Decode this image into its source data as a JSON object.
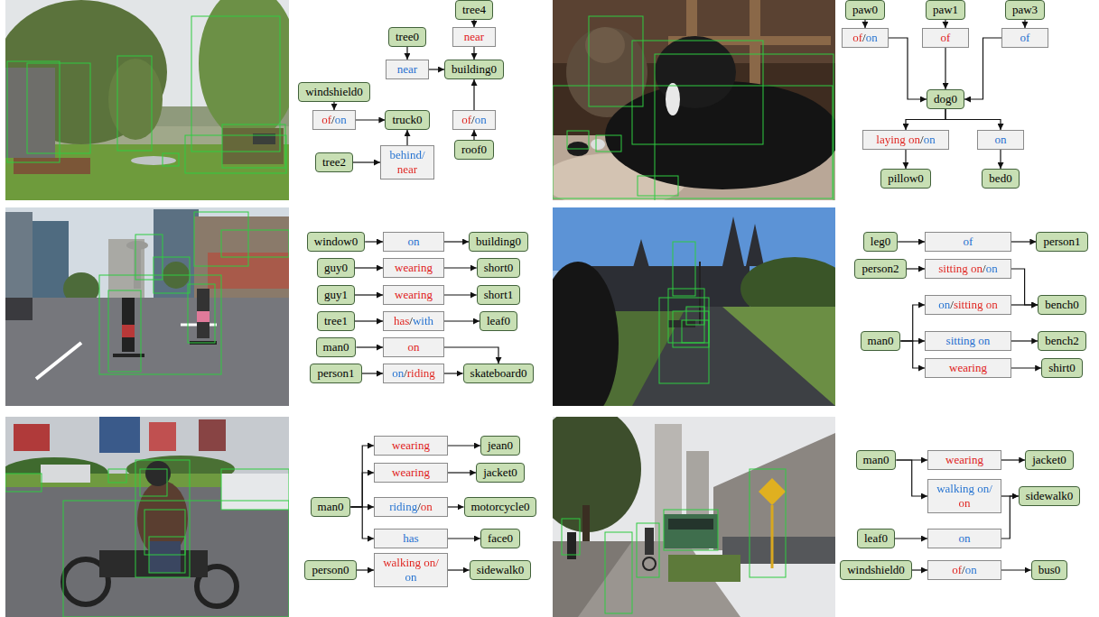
{
  "diagram": {
    "nodes": [
      {
        "text": [
          "tree4"
        ]
      },
      {
        "text": [
          "near"
        ]
      },
      {
        "text": [
          "tree0"
        ]
      },
      {
        "text": [
          "near"
        ]
      },
      {
        "text": [
          "building0"
        ]
      },
      {
        "text": [
          "windshield0"
        ]
      },
      {
        "text": [
          "of/on"
        ]
      },
      {
        "text": [
          "truck0"
        ]
      },
      {
        "text": [
          "of/on"
        ]
      },
      {
        "text": [
          "roof0"
        ]
      },
      {
        "text": [
          "tree2"
        ]
      },
      {
        "text": [
          "behind/ near"
        ]
      },
      {
        "text": [
          "paw0"
        ]
      },
      {
        "text": [
          "paw1"
        ]
      },
      {
        "text": [
          "paw3"
        ]
      },
      {
        "text": [
          "of/on"
        ]
      },
      {
        "text": [
          "of"
        ]
      },
      {
        "text": [
          "of"
        ]
      },
      {
        "text": [
          "dog0"
        ]
      },
      {
        "text": [
          "laying on/on"
        ]
      },
      {
        "text": [
          "on"
        ]
      },
      {
        "text": [
          "pillow0"
        ]
      },
      {
        "text": [
          "bed0"
        ]
      },
      {
        "text": [
          "window0"
        ]
      },
      {
        "text": [
          "on"
        ]
      },
      {
        "text": [
          "building0"
        ]
      },
      {
        "text": [
          "guy0"
        ]
      },
      {
        "text": [
          "wearing"
        ]
      },
      {
        "text": [
          "short0"
        ]
      },
      {
        "text": [
          "guy1"
        ]
      },
      {
        "text": [
          "wearing"
        ]
      },
      {
        "text": [
          "short1"
        ]
      },
      {
        "text": [
          "tree1"
        ]
      },
      {
        "text": [
          "has/with"
        ]
      },
      {
        "text": [
          "leaf0"
        ]
      },
      {
        "text": [
          "man0"
        ]
      },
      {
        "text": [
          "on"
        ]
      },
      {
        "text": [
          "person1"
        ]
      },
      {
        "text": [
          "on/riding"
        ]
      },
      {
        "text": [
          "skateboard0"
        ]
      },
      {
        "text": [
          "leg0"
        ]
      },
      {
        "text": [
          "of"
        ]
      },
      {
        "text": [
          "person1"
        ]
      },
      {
        "text": [
          "person2"
        ]
      },
      {
        "text": [
          "sitting on/on"
        ]
      },
      {
        "text": [
          "on/sitting on"
        ]
      },
      {
        "text": [
          "bench0"
        ]
      },
      {
        "text": [
          "man0"
        ]
      },
      {
        "text": [
          "sitting on"
        ]
      },
      {
        "text": [
          "bench2"
        ]
      },
      {
        "text": [
          "wearing"
        ]
      },
      {
        "text": [
          "shirt0"
        ]
      },
      {
        "text": [
          "man0"
        ]
      },
      {
        "text": [
          "wearing"
        ]
      },
      {
        "text": [
          "jean0"
        ]
      },
      {
        "text": [
          "wearing"
        ]
      },
      {
        "text": [
          "jacket0"
        ]
      },
      {
        "text": [
          "riding/on"
        ]
      },
      {
        "text": [
          "motorcycle0"
        ]
      },
      {
        "text": [
          "has"
        ]
      },
      {
        "text": [
          "face0"
        ]
      },
      {
        "text": [
          "person0"
        ]
      },
      {
        "text": [
          "walking on/ on"
        ]
      },
      {
        "text": [
          "sidewalk0"
        ]
      },
      {
        "text": [
          "man0"
        ]
      },
      {
        "text": [
          "wearing"
        ]
      },
      {
        "text": [
          "jacket0"
        ]
      },
      {
        "text": [
          "walking on/ on"
        ]
      },
      {
        "text": [
          "sidewalk0"
        ]
      },
      {
        "text": [
          "leaf0"
        ]
      },
      {
        "text": [
          "on"
        ]
      },
      {
        "text": [
          "windshield0"
        ]
      },
      {
        "text": [
          "of/on"
        ]
      },
      {
        "text": [
          "bus0"
        ]
      }
    ],
    "edges": [
      {
        "from": 0,
        "to": 1,
        "arrow": "to"
      },
      {
        "from": 1,
        "to": 4,
        "arrow": "to"
      },
      {
        "from": 2,
        "to": 3,
        "arrow": "to"
      },
      {
        "from": 3,
        "to": 4,
        "arrow": "to"
      },
      {
        "from": 5,
        "to": 6,
        "arrow": "to"
      },
      {
        "from": 6,
        "to": 7,
        "arrow": "to"
      },
      {
        "from": 9,
        "to": 8,
        "arrow": "to"
      },
      {
        "from": 8,
        "to": 4,
        "arrow": "to"
      },
      {
        "from": 10,
        "to": 11,
        "arrow": "to"
      },
      {
        "from": 11,
        "to": 7,
        "arrow": "to"
      },
      {
        "from": 12,
        "to": 15,
        "arrow": "to"
      },
      {
        "from": 15,
        "to": 18,
        "arrow": "to"
      },
      {
        "from": 13,
        "to": 16,
        "arrow": "to"
      },
      {
        "from": 16,
        "to": 18,
        "arrow": "to"
      },
      {
        "from": 14,
        "to": 17,
        "arrow": "to"
      },
      {
        "from": 17,
        "to": 18,
        "arrow": "to"
      },
      {
        "from": 18,
        "to": 19,
        "arrow": "to"
      },
      {
        "from": 19,
        "to": 21,
        "arrow": "to"
      },
      {
        "from": 18,
        "to": 20,
        "arrow": "to"
      },
      {
        "from": 20,
        "to": 22,
        "arrow": "to"
      },
      {
        "from": 23,
        "to": 24,
        "arrow": "to"
      },
      {
        "from": 24,
        "to": 25,
        "arrow": "to"
      },
      {
        "from": 26,
        "to": 27,
        "arrow": "to"
      },
      {
        "from": 27,
        "to": 28,
        "arrow": "to"
      },
      {
        "from": 29,
        "to": 30,
        "arrow": "to"
      },
      {
        "from": 30,
        "to": 31,
        "arrow": "to"
      },
      {
        "from": 32,
        "to": 33,
        "arrow": "to"
      },
      {
        "from": 33,
        "to": 34,
        "arrow": "to"
      },
      {
        "from": 35,
        "to": 36,
        "arrow": "to"
      },
      {
        "from": 36,
        "to": 39,
        "arrow": "to"
      },
      {
        "from": 37,
        "to": 38,
        "arrow": "to"
      },
      {
        "from": 38,
        "to": 39,
        "arrow": "to"
      },
      {
        "from": 40,
        "to": 41,
        "arrow": "to"
      },
      {
        "from": 41,
        "to": 42,
        "arrow": "to"
      },
      {
        "from": 43,
        "to": 44,
        "arrow": "to"
      },
      {
        "from": 44,
        "to": 46,
        "arrow": "to"
      },
      {
        "from": 47,
        "to": 45,
        "arrow": "to"
      },
      {
        "from": 45,
        "to": 46,
        "arrow": "to"
      },
      {
        "from": 47,
        "to": 48,
        "arrow": "to"
      },
      {
        "from": 48,
        "to": 49,
        "arrow": "to"
      },
      {
        "from": 47,
        "to": 50,
        "arrow": "to"
      },
      {
        "from": 50,
        "to": 51,
        "arrow": "to"
      },
      {
        "from": 52,
        "to": 53,
        "arrow": "to"
      },
      {
        "from": 53,
        "to": 54,
        "arrow": "to"
      },
      {
        "from": 52,
        "to": 55,
        "arrow": "to"
      },
      {
        "from": 55,
        "to": 56,
        "arrow": "to"
      },
      {
        "from": 52,
        "to": 57,
        "arrow": "to"
      },
      {
        "from": 57,
        "to": 58,
        "arrow": "to"
      },
      {
        "from": 52,
        "to": 59,
        "arrow": "to"
      },
      {
        "from": 59,
        "to": 60,
        "arrow": "to"
      },
      {
        "from": 61,
        "to": 62,
        "arrow": "to"
      },
      {
        "from": 62,
        "to": 63,
        "arrow": "to"
      },
      {
        "from": 64,
        "to": 65,
        "arrow": "to"
      },
      {
        "from": 65,
        "to": 66,
        "arrow": "to"
      },
      {
        "from": 64,
        "to": 67,
        "arrow": "to"
      },
      {
        "from": 67,
        "to": 68,
        "arrow": "to"
      },
      {
        "from": 69,
        "to": 70,
        "arrow": "to"
      },
      {
        "from": 70,
        "to": 68,
        "arrow": "to"
      },
      {
        "from": 71,
        "to": 72,
        "arrow": "to"
      },
      {
        "from": 72,
        "to": 73,
        "arrow": "to"
      }
    ]
  }
}
